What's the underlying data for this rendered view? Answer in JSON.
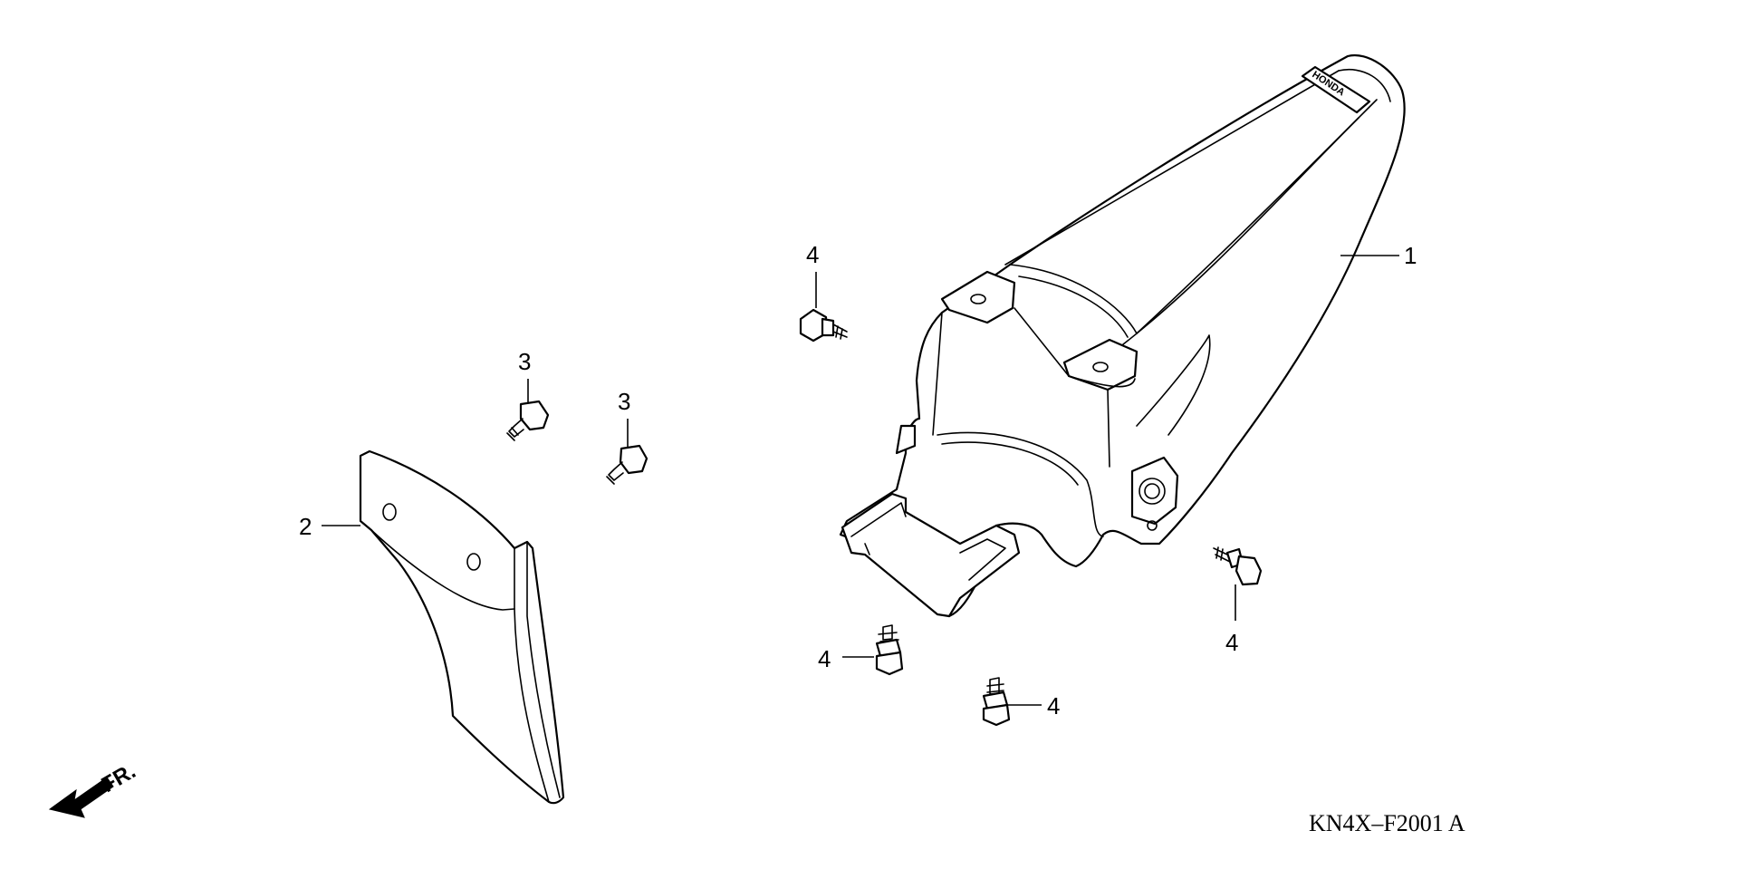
{
  "callouts": {
    "fender": "1",
    "mud_guard": "2",
    "bolt_3a": "3",
    "bolt_3b": "3",
    "bolt_4a": "4",
    "bolt_4b": "4",
    "bolt_4c": "4",
    "bolt_4d": "4"
  },
  "direction": {
    "label": "FR."
  },
  "diagram_code": "KN4X–F2001 A",
  "logo_text": "HONDA"
}
